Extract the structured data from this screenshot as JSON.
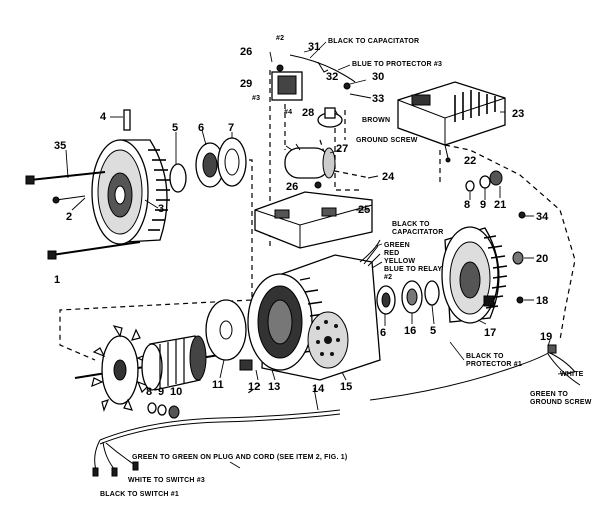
{
  "part_numbers": {
    "p1": "1",
    "p2": "2",
    "p3": "3",
    "p4": "4",
    "p5a": "5",
    "p5b": "5",
    "p6a": "6",
    "p6b": "6",
    "p7": "7",
    "p8a": "8",
    "p8b": "8",
    "p9a": "9",
    "p9b": "9",
    "p10": "10",
    "p11": "11",
    "p12": "12",
    "p13": "13",
    "p14": "14",
    "p15": "15",
    "p16": "16",
    "p17": "17",
    "p18": "18",
    "p19": "19",
    "p20": "20",
    "p21": "21",
    "p22": "22",
    "p23": "23",
    "p24": "24",
    "p25": "25",
    "p26a": "26",
    "p26b": "26",
    "p27": "27",
    "p28": "28",
    "p29": "29",
    "p30": "30",
    "p31": "31",
    "p32": "32",
    "p33": "33",
    "p34": "34",
    "p35": "35"
  },
  "callouts": {
    "black_to_capacitor_top": "BLACK TO CAPACITATOR",
    "blue_to_protector": "BLUE TO PROTECTOR #3",
    "term2": "#2",
    "term3": "#3",
    "term4": "#4",
    "brown": "BROWN",
    "ground_screw": "GROUND SCREW",
    "black_to_capacitor_mid_1": "BLACK TO",
    "black_to_capacitor_mid_2": "CAPACITATOR",
    "green": "GREEN",
    "red": "RED",
    "yellow": "YELLOW",
    "blue_to_relay": "BLUE TO RELAY",
    "relay_term": "#2",
    "black_to_protector_1": "BLACK TO",
    "black_to_protector_2": "PROTECTOR #1",
    "white": "WHITE",
    "green_to_ground_1": "GREEN TO",
    "green_to_ground_2": "GROUND SCREW",
    "green_to_green_plug": "GREEN TO GREEN ON PLUG AND CORD (SEE ITEM 2, FIG. 1)",
    "white_to_switch": "WHITE TO SWITCH #3",
    "black_to_switch": "BLACK TO SWITCH #1"
  }
}
